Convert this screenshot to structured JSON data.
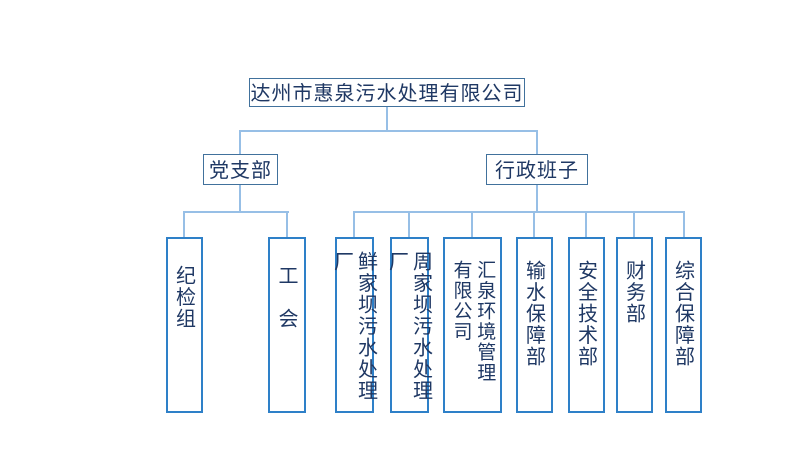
{
  "colors": {
    "background": "#ffffff",
    "text": "#1f3864",
    "primary_box_border": "#41719c",
    "child_box_border": "#2e80c8",
    "connector": "#97bfe6"
  },
  "org_chart": {
    "root": {
      "label": "达州市惠泉污水处理有限公司"
    },
    "branches": [
      {
        "label": "党支部",
        "children": [
          {
            "label": "纪检组"
          },
          {
            "label": "工　会"
          }
        ]
      },
      {
        "label": "行政班子",
        "children": [
          {
            "label": "鲜家坝污水处理厂"
          },
          {
            "label": "周家坝污水处理厂"
          },
          {
            "label": "汇泉环境管理有限公司"
          },
          {
            "label": "输水保障部"
          },
          {
            "label": "安全技术部"
          },
          {
            "label": "财务部"
          },
          {
            "label": "综合保障部"
          }
        ]
      }
    ]
  }
}
